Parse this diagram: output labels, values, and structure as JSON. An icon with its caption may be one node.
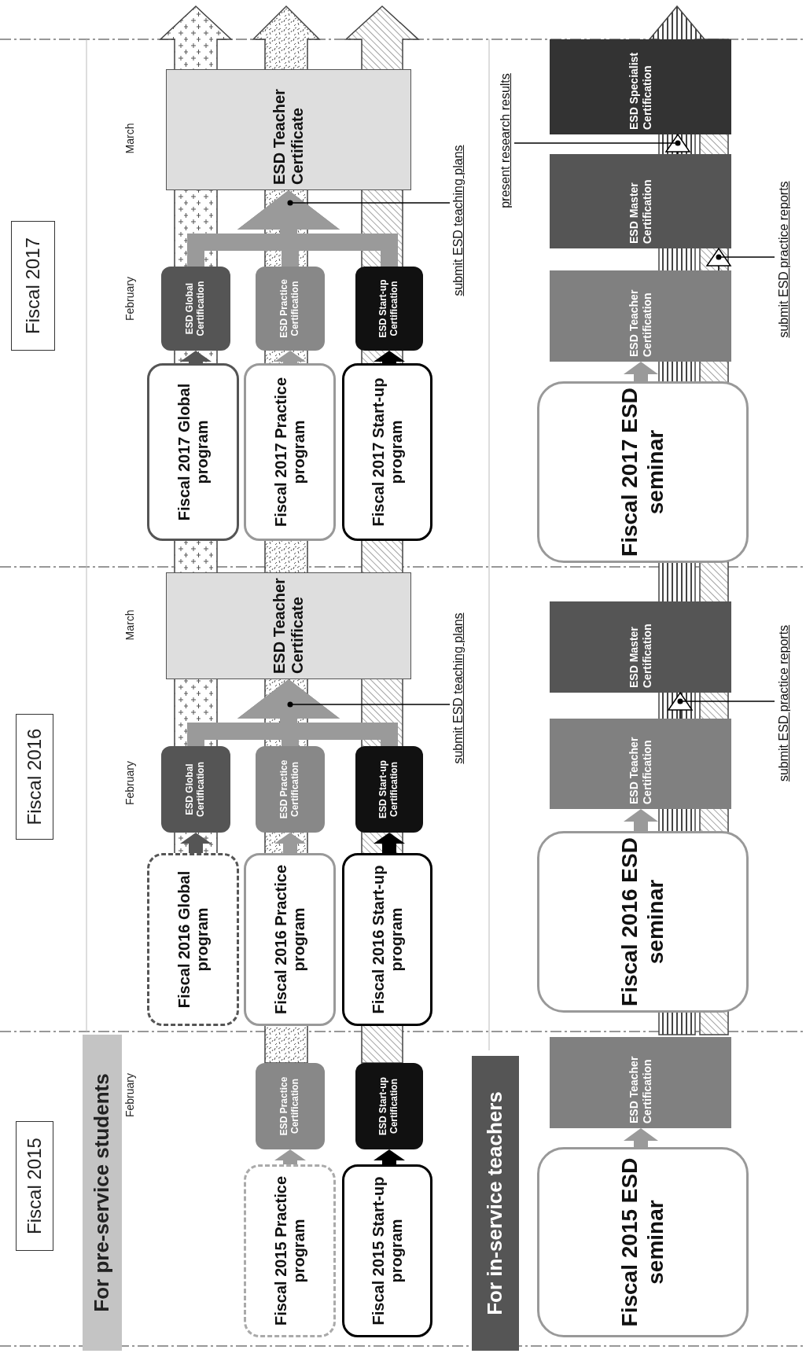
{
  "diagram": {
    "nodes": [
      {
        "text": [
          "Fiscal 2015"
        ]
      },
      {
        "text": [
          "Fiscal 2016"
        ]
      },
      {
        "text": [
          "Fiscal 2017"
        ]
      },
      {
        "text": [
          "For pre-service students"
        ]
      },
      {
        "text": [
          "Fiscal 2015 Practice program"
        ]
      },
      {
        "text": [
          "Fiscal 2015 Start-up program"
        ]
      },
      {
        "text": [
          "ESD Practice Certification"
        ]
      },
      {
        "text": [
          "ESD Start-up Certification"
        ]
      },
      {
        "text": [
          "Fiscal 2016 Global program"
        ]
      },
      {
        "text": [
          "Fiscal 2016 Practice program"
        ]
      },
      {
        "text": [
          "Fiscal 2016 Start-up program"
        ]
      },
      {
        "text": [
          "ESD Global Certification"
        ]
      },
      {
        "text": [
          "ESD Practice Certification"
        ]
      },
      {
        "text": [
          "ESD Start-up Certification"
        ]
      },
      {
        "text": [
          "ESD Teacher Certificate"
        ]
      },
      {
        "text": [
          "submit ESD teaching plans"
        ]
      },
      {
        "text": [
          "Fiscal 2017 Global program"
        ]
      },
      {
        "text": [
          "Fiscal 2017 Practice program"
        ]
      },
      {
        "text": [
          "Fiscal 2017 Start-up program"
        ]
      },
      {
        "text": [
          "ESD Global Certification"
        ]
      },
      {
        "text": [
          "ESD Practice Certification"
        ]
      },
      {
        "text": [
          "ESD Start-up Certification"
        ]
      },
      {
        "text": [
          "ESD Teacher Certificate"
        ]
      },
      {
        "text": [
          "submit ESD teaching plans"
        ]
      },
      {
        "text": [
          "For in-service teachers"
        ]
      },
      {
        "text": [
          "Fiscal 2015 ESD seminar"
        ]
      },
      {
        "text": [
          "ESD Teacher Certification"
        ]
      },
      {
        "text": [
          "Fiscal 2016 ESD seminar"
        ]
      },
      {
        "text": [
          "ESD Teacher Certification"
        ]
      },
      {
        "text": [
          "ESD Master Certification"
        ]
      },
      {
        "text": [
          "submit ESD practice reports"
        ]
      },
      {
        "text": [
          "Fiscal 2017 ESD seminar"
        ]
      },
      {
        "text": [
          "ESD Teacher Certification"
        ]
      },
      {
        "text": [
          "ESD Master Certification"
        ]
      },
      {
        "text": [
          "ESD Specialist Certification"
        ]
      },
      {
        "text": [
          "present research results"
        ]
      },
      {
        "text": [
          "submit ESD practice reports"
        ]
      }
    ],
    "edges": [
      {
        "from": 4,
        "to": 6,
        "arrow": "to"
      },
      {
        "from": 5,
        "to": 7,
        "arrow": "to",
        "color": "#000000"
      },
      {
        "from": 8,
        "to": 11,
        "arrow": "to",
        "color": "#555555"
      },
      {
        "from": 9,
        "to": 12,
        "arrow": "to"
      },
      {
        "from": 10,
        "to": 13,
        "arrow": "to",
        "color": "#000000"
      },
      {
        "from": 11,
        "to": 14,
        "arrow": "to"
      },
      {
        "from": 12,
        "to": 14,
        "arrow": "to"
      },
      {
        "from": 13,
        "to": 14,
        "arrow": "to"
      },
      {
        "from": 15,
        "to": 14,
        "arrow": "other",
        "color": "#000000"
      },
      {
        "from": 16,
        "to": 19,
        "arrow": "to",
        "color": "#555555"
      },
      {
        "from": 17,
        "to": 20,
        "arrow": "to"
      },
      {
        "from": 18,
        "to": 21,
        "arrow": "to",
        "color": "#000000"
      },
      {
        "from": 19,
        "to": 22,
        "arrow": "to"
      },
      {
        "from": 20,
        "to": 22,
        "arrow": "to"
      },
      {
        "from": 21,
        "to": 22,
        "arrow": "to"
      },
      {
        "from": 23,
        "to": 22,
        "arrow": "other",
        "color": "#000000"
      },
      {
        "from": 25,
        "to": 26,
        "arrow": "to"
      },
      {
        "from": 27,
        "to": 28,
        "arrow": "to"
      },
      {
        "from": 28,
        "to": 29,
        "arrow": "to",
        "color": "#000000"
      },
      {
        "from": 30,
        "to": 28,
        "arrow": "other",
        "color": "#000000"
      },
      {
        "from": 31,
        "to": 32,
        "arrow": "to"
      },
      {
        "from": 32,
        "to": 33,
        "arrow": "to",
        "color": "#000000"
      },
      {
        "from": 33,
        "to": 34,
        "arrow": "to",
        "color": "#000000"
      },
      {
        "from": 35,
        "to": 33,
        "arrow": "other",
        "color": "#000000"
      },
      {
        "from": 36,
        "to": 32,
        "arrow": "other",
        "color": "#000000"
      }
    ],
    "labels": [
      "February",
      "February",
      "March",
      "February",
      "March"
    ]
  }
}
